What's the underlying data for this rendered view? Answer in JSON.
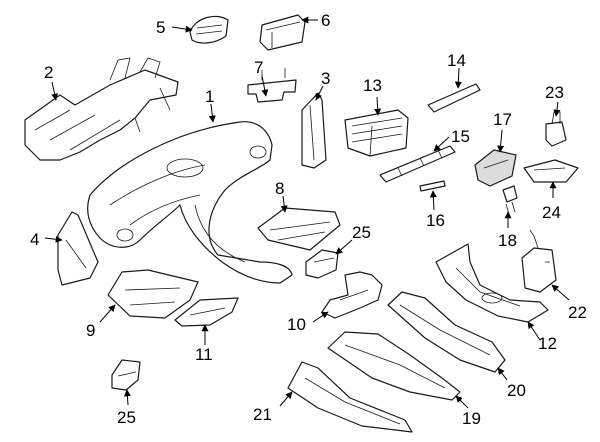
{
  "diagram": {
    "callouts": [
      "1",
      "2",
      "3",
      "4",
      "5",
      "6",
      "7",
      "8",
      "9",
      "10",
      "11",
      "12",
      "13",
      "14",
      "15",
      "16",
      "17",
      "18",
      "19",
      "20",
      "21",
      "22",
      "23",
      "24",
      "25",
      "25"
    ]
  }
}
